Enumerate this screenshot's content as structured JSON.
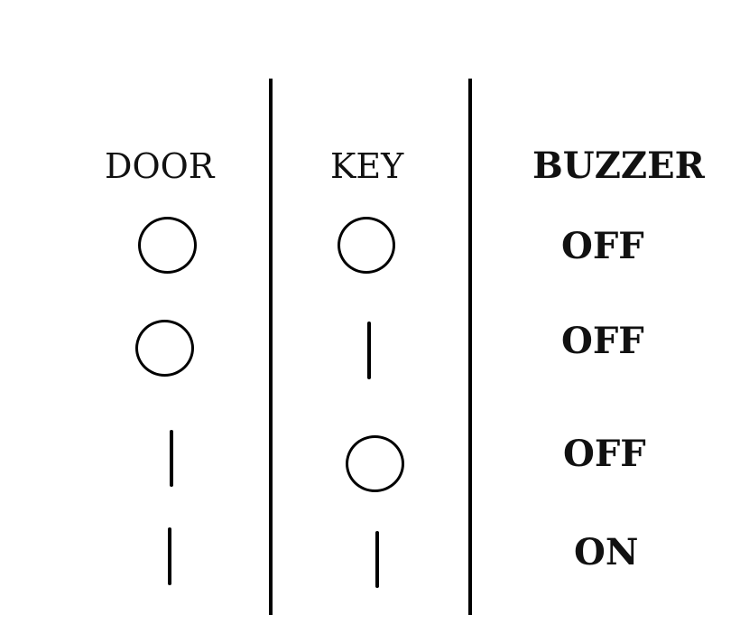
{
  "headers": {
    "door": "DOOR",
    "key": "KEY",
    "buzzer": "BUZZER"
  },
  "rows": [
    {
      "door": "open",
      "key": "open",
      "buzzer": "OFF"
    },
    {
      "door": "open",
      "key": "closed",
      "buzzer": "OFF"
    },
    {
      "door": "closed",
      "key": "open",
      "buzzer": "OFF"
    },
    {
      "door": "closed",
      "key": "closed",
      "buzzer": "ON"
    }
  ],
  "colors": {
    "ink": "#000000",
    "background": "#ffffff"
  },
  "icons": {
    "open": "circle-symbol",
    "closed": "vertical-bar-symbol"
  }
}
